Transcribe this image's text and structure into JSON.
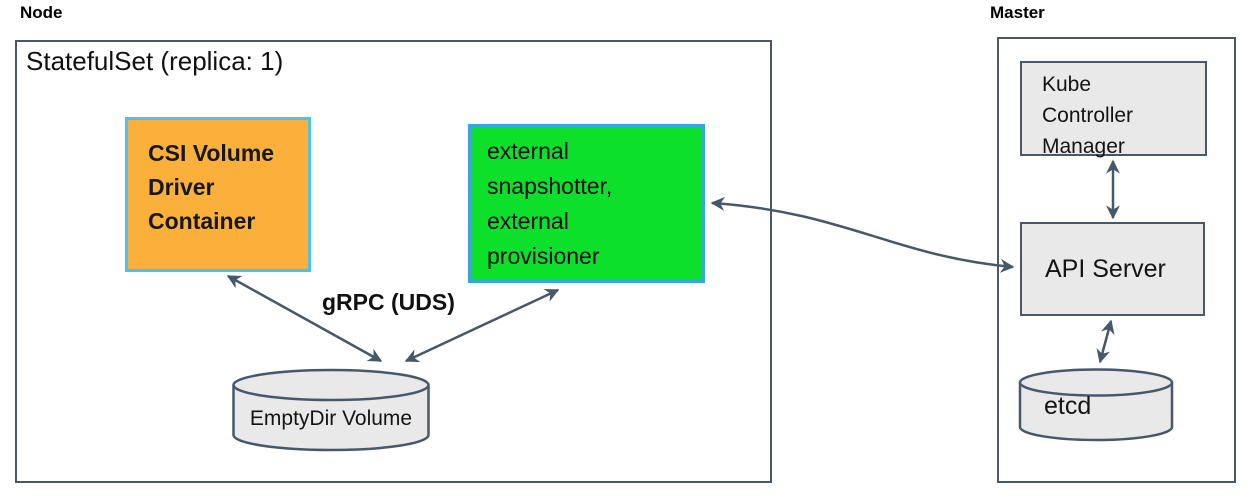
{
  "title": "CSI plugin StatefulSet deployment diagram",
  "colors": {
    "arrow": "#46586B",
    "outer_border": "#4A5866",
    "gray_fill": "#E9E9E9",
    "gray_border": "#46586B",
    "csi_fill": "#FBB03C",
    "csi_border": "#4DC0EE",
    "sidecar_fill": "#0CE02B",
    "sidecar_border": "#39A5E0"
  },
  "node": {
    "label": "Node",
    "statefulset_label": "StatefulSet (replica: 1)",
    "csi_box": {
      "line1": "CSI Volume",
      "line2": "Driver",
      "line3": "Container"
    },
    "sidecar_box": {
      "line1": "external",
      "line2": "snapshotter,",
      "line3": "external",
      "line4": "provisioner"
    },
    "grpc_label": "gRPC (UDS)",
    "emptydir_label": "EmptyDir Volume"
  },
  "master": {
    "label": "Master",
    "kcm_box": {
      "line1": "Kube",
      "line2": "Controller",
      "line3": "Manager"
    },
    "api_label": "API Server",
    "etcd_label": "etcd"
  },
  "connections": [
    {
      "from": "csi-volume-driver-container",
      "to": "emptydir-volume",
      "bidirectional": true,
      "label": "gRPC (UDS)"
    },
    {
      "from": "sidecar-containers",
      "to": "emptydir-volume",
      "bidirectional": true,
      "label": "gRPC (UDS)"
    },
    {
      "from": "sidecar-containers",
      "to": "api-server",
      "bidirectional": true,
      "label": ""
    },
    {
      "from": "kube-controller-manager",
      "to": "api-server",
      "bidirectional": true,
      "label": ""
    },
    {
      "from": "api-server",
      "to": "etcd",
      "bidirectional": true,
      "label": ""
    }
  ]
}
